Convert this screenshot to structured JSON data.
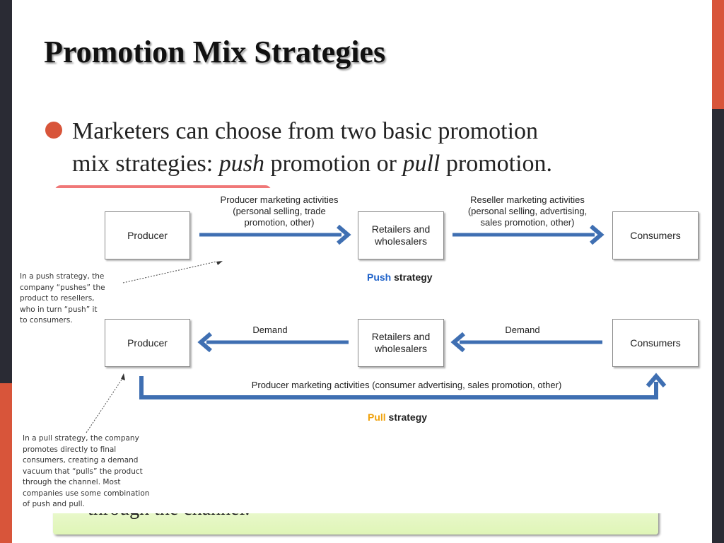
{
  "colors": {
    "dark": "#2a2b34",
    "accent": "#d8553a",
    "push": "#1f62c9",
    "pull": "#f0a20c",
    "arrow": "#3f6fb2",
    "pink": "#f07878",
    "green": "#e8f8c8"
  },
  "title": "Promotion Mix Strategies",
  "bullet": {
    "line1": "Marketers can choose from two basic promotion",
    "line2_a": "mix strategies: ",
    "push": "push",
    "line2_b": " promotion or ",
    "pull": "pull",
    "line2_c": " promotion."
  },
  "background_text": "through the channel.",
  "diagram": {
    "push": {
      "producer": "Producer",
      "retailers_line1": "Retailers and",
      "retailers_line2": "wholesalers",
      "consumers": "Consumers",
      "producer_activities": [
        "Producer marketing activities",
        "(personal selling, trade",
        "promotion, other)"
      ],
      "reseller_activities": [
        "Reseller marketing activities",
        "(personal selling, advertising,",
        "sales promotion, other)"
      ],
      "strategy_word": "Push",
      "strategy_suffix": " strategy"
    },
    "pull": {
      "producer": "Producer",
      "retailers_line1": "Retailers and",
      "retailers_line2": "wholesalers",
      "consumers": "Consumers",
      "demand_left": "Demand",
      "demand_right": "Demand",
      "producer_activities": "Producer marketing activities (consumer advertising, sales promotion, other)",
      "strategy_word": "Pull",
      "strategy_suffix": " strategy"
    },
    "push_note": [
      "In a push strategy, the",
      "company “pushes” the",
      "product to resellers,",
      "who in turn “push” it",
      "to consumers."
    ],
    "pull_note": [
      "In a pull strategy, the company",
      "promotes directly to final",
      "consumers, creating a demand",
      "vacuum that “pulls” the product",
      "through the channel. Most",
      "companies use some combination",
      "of push and pull."
    ]
  }
}
